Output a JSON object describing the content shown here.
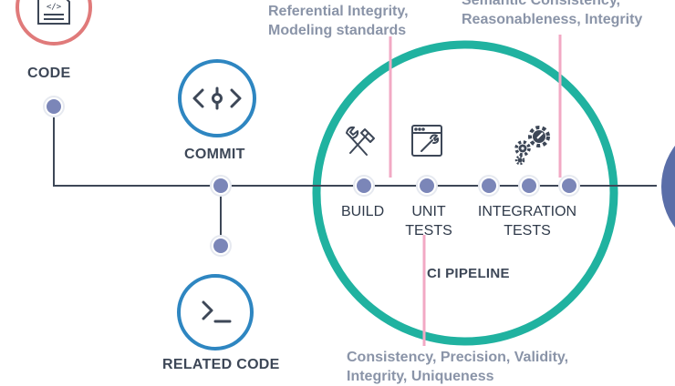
{
  "left": {
    "code_label": "CODE",
    "commit_label": "COMMIT",
    "related_code_label": "RELATED CODE"
  },
  "pipeline": {
    "title": "CI PIPELINE",
    "build_label": "BUILD",
    "unit_tests_label_1": "UNIT",
    "unit_tests_label_2": "TESTS",
    "integration_tests_label_1": "INTEGRATION",
    "integration_tests_label_2": "TESTS"
  },
  "annotations": {
    "build_line_1": "Referential Integrity,",
    "build_line_2": "Modeling standards",
    "integration_line_1": "Semantic Consistency,",
    "integration_line_2": "Reasonableness, Integrity",
    "unit_line_1": "Consistency, Precision, Validity,",
    "unit_line_2": "Integrity, Uniqueness"
  },
  "colors": {
    "node": "#7b86b8",
    "circle_teal": "#20b2a0",
    "commit_blue": "#2e86c1",
    "code_red": "#e07a7a",
    "pink_line": "#f2a9c4",
    "flow_line": "#3d4757",
    "right_edge": "#5a6ea8"
  },
  "icons": [
    "document-code-icon",
    "commit-icon",
    "terminal-icon",
    "build-tools-icon",
    "unit-test-icon",
    "gears-icon"
  ]
}
